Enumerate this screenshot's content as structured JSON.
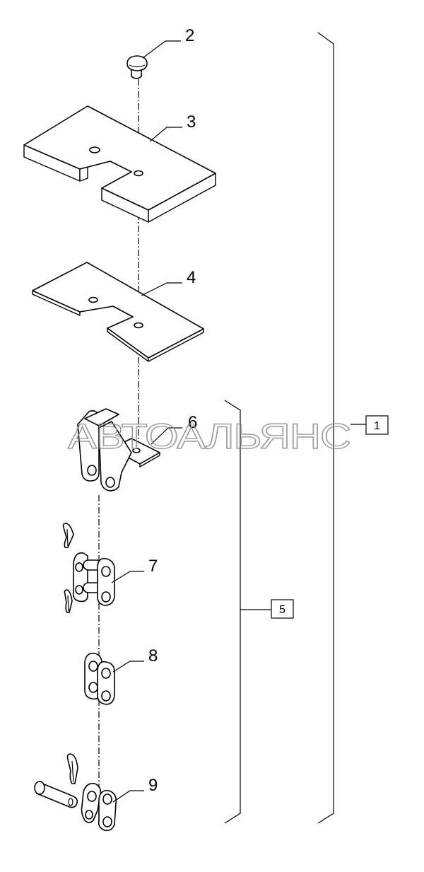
{
  "callouts": {
    "c1": "1",
    "c2": "2",
    "c3": "3",
    "c4": "4",
    "c5": "5",
    "c6": "6",
    "c7": "7",
    "c8": "8",
    "c9": "9"
  },
  "watermark": "АВТОАЛЬЯНС",
  "colors": {
    "line": "#000000",
    "watermark": "#8a8a8a",
    "background": "#ffffff"
  }
}
